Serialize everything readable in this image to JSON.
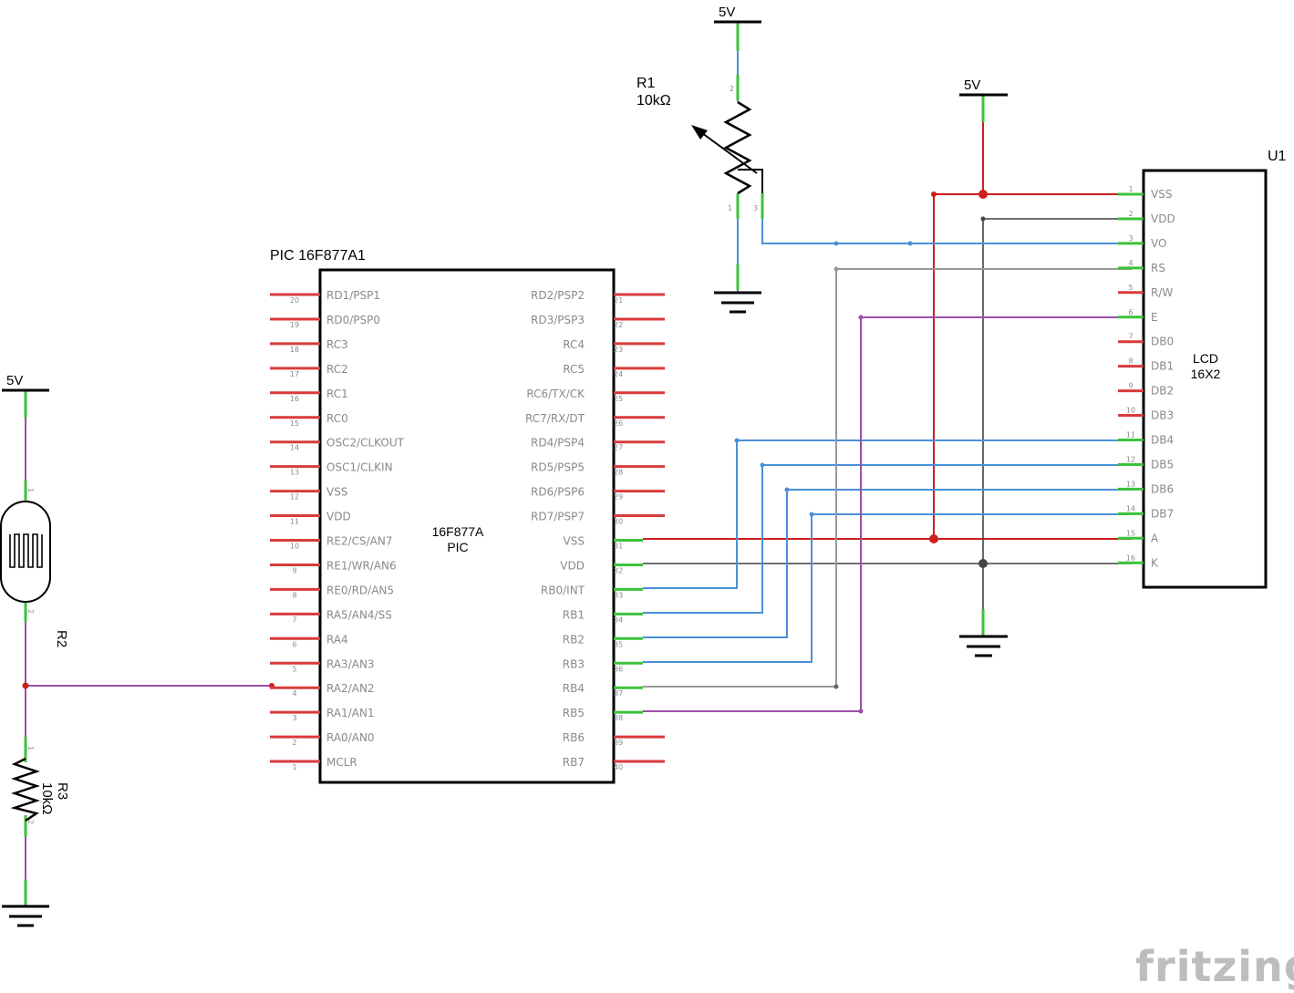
{
  "mcu": {
    "title": "PIC 16F877A1",
    "body_label_1": "16F877A",
    "body_label_2": "PIC",
    "left_pins": [
      {
        "name": "RD1/PSP1",
        "num": "20"
      },
      {
        "name": "RD0/PSP0",
        "num": "19"
      },
      {
        "name": "RC3",
        "num": "18"
      },
      {
        "name": "RC2",
        "num": "17"
      },
      {
        "name": "RC1",
        "num": "16"
      },
      {
        "name": "RC0",
        "num": "15"
      },
      {
        "name": "OSC2/CLKOUT",
        "num": "14"
      },
      {
        "name": "OSC1/CLKIN",
        "num": "13"
      },
      {
        "name": "VSS",
        "num": "12"
      },
      {
        "name": "VDD",
        "num": "11"
      },
      {
        "name": "RE2/CS/AN7",
        "num": "10"
      },
      {
        "name": "RE1/WR/AN6",
        "num": "9"
      },
      {
        "name": "RE0/RD/AN5",
        "num": "8"
      },
      {
        "name": "RA5/AN4/SS",
        "num": "7"
      },
      {
        "name": "RA4",
        "num": "6"
      },
      {
        "name": "RA3/AN3",
        "num": "5"
      },
      {
        "name": "RA2/AN2",
        "num": "4"
      },
      {
        "name": "RA1/AN1",
        "num": "3"
      },
      {
        "name": "RA0/AN0",
        "num": "2"
      },
      {
        "name": "MCLR",
        "num": "1"
      }
    ],
    "right_pins": [
      {
        "name": "RD2/PSP2",
        "num": "21"
      },
      {
        "name": "RD3/PSP3",
        "num": "22"
      },
      {
        "name": "RC4",
        "num": "23"
      },
      {
        "name": "RC5",
        "num": "24"
      },
      {
        "name": "RC6/TX/CK",
        "num": "25"
      },
      {
        "name": "RC7/RX/DT",
        "num": "26"
      },
      {
        "name": "RD4/PSP4",
        "num": "27"
      },
      {
        "name": "RD5/PSP5",
        "num": "28"
      },
      {
        "name": "RD6/PSP6",
        "num": "29"
      },
      {
        "name": "RD7/PSP7",
        "num": "30"
      },
      {
        "name": "VSS",
        "num": "31"
      },
      {
        "name": "VDD",
        "num": "32"
      },
      {
        "name": "RB0/INT",
        "num": "33"
      },
      {
        "name": "RB1",
        "num": "34"
      },
      {
        "name": "RB2",
        "num": "35"
      },
      {
        "name": "RB3",
        "num": "36"
      },
      {
        "name": "RB4",
        "num": "37"
      },
      {
        "name": "RB5",
        "num": "38"
      },
      {
        "name": "RB6",
        "num": "39"
      },
      {
        "name": "RB7",
        "num": "40"
      }
    ]
  },
  "lcd": {
    "ref": "U1",
    "label_1": "LCD",
    "label_2": "16X2",
    "pins": [
      {
        "name": "VSS",
        "num": "1"
      },
      {
        "name": "VDD",
        "num": "2"
      },
      {
        "name": "VO",
        "num": "3"
      },
      {
        "name": "RS",
        "num": "4"
      },
      {
        "name": "R/W",
        "num": "5"
      },
      {
        "name": "E",
        "num": "6"
      },
      {
        "name": "DB0",
        "num": "7"
      },
      {
        "name": "DB1",
        "num": "8"
      },
      {
        "name": "DB2",
        "num": "9"
      },
      {
        "name": "DB3",
        "num": "10"
      },
      {
        "name": "DB4",
        "num": "11"
      },
      {
        "name": "DB5",
        "num": "12"
      },
      {
        "name": "DB6",
        "num": "13"
      },
      {
        "name": "DB7",
        "num": "14"
      },
      {
        "name": "A",
        "num": "15"
      },
      {
        "name": "K",
        "num": "16"
      }
    ]
  },
  "r1": {
    "ref": "R1",
    "value": "10kΩ",
    "pin_1": "1",
    "pin_2": "2",
    "pin_3": "3"
  },
  "r2": {
    "ref": "R2",
    "pin_1": "1",
    "pin_2": "2"
  },
  "r3": {
    "ref": "R3",
    "value": "10kΩ",
    "pin_1": "1",
    "pin_2": "2"
  },
  "power": {
    "vcc_label": "5V"
  },
  "brand": {
    "logo": "fritzing"
  },
  "colors": {
    "red": "#cc1f1f",
    "blue": "#4a90d9",
    "purple": "#9b4fa8",
    "gray": "#999999",
    "dark": "#444444",
    "green": "#3cc23c",
    "pin_red": "#d93b3b"
  }
}
